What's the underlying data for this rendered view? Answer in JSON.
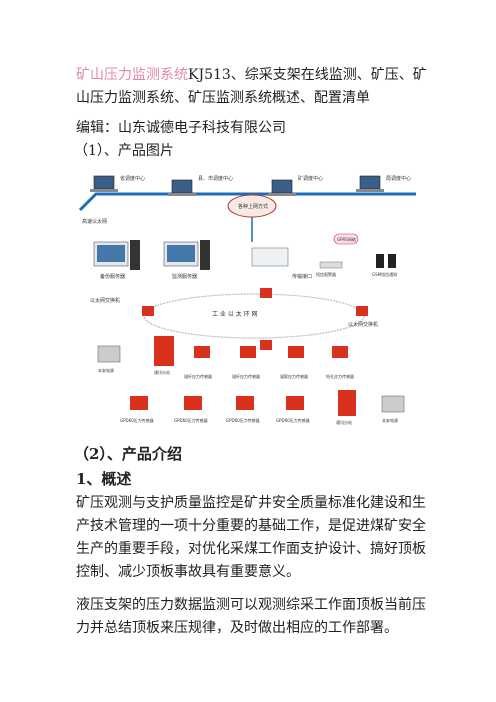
{
  "header": {
    "title_link": "矿山压力监测系统",
    "title_rest": "KJ513、综采支架在线监测、矿压、矿山压力监测系统、矿压监测系统概述、配置清单"
  },
  "editor": "编辑：山东诚德电子科技有限公司",
  "section1": "（1）、产品图片",
  "figure": {
    "top_nodes": [
      "省调度中心",
      "县、市调度中心",
      "矿调度中心",
      "局调度中心"
    ],
    "cloud": "各种上网方式",
    "ethernet_top": "高速以太网",
    "servers": [
      "备份服务器",
      "监测服务器"
    ],
    "interface": "传输接口",
    "gprs": "GPRS网络",
    "sms": "短信报警器",
    "phone": "GSM短信通知",
    "ring": "工 业 以 太 环 网",
    "switch_left": "以太网交换机",
    "switch_right": "以太网交换机",
    "row2": [
      "本安电源",
      "通讯分站",
      "锚杆应力传感器",
      "锚杆应力传感器",
      "锚索应力传感器",
      "钻孔应力传感器"
    ],
    "row3": [
      "GPD60压力传感器",
      "GPD60压力传感器",
      "GPD60压力传感器",
      "GPD60压力传感器",
      "通讯分站",
      "本安电源"
    ]
  },
  "section2": "（2）、产品介绍",
  "heading1": "1、概述",
  "body1": "矿压观测与支护质量监控是矿井安全质量标准化建设和生产技术管理的一项十分重要的基础工作，是促进煤矿安全生产的重要手段，对优化采煤工作面支护设计、搞好顶板控制、减少顶板事故具有重要意义。",
  "body2": "液压支架的压力数据监测可以观测综采工作面顶板当前压力并总结顶板来压规律，及时做出相应的工作部署。",
  "colors": {
    "link": "#e08aa0",
    "device_red": "#d8321e",
    "net_blue": "#1b6fb8",
    "cloud_red": "#c0392b"
  }
}
